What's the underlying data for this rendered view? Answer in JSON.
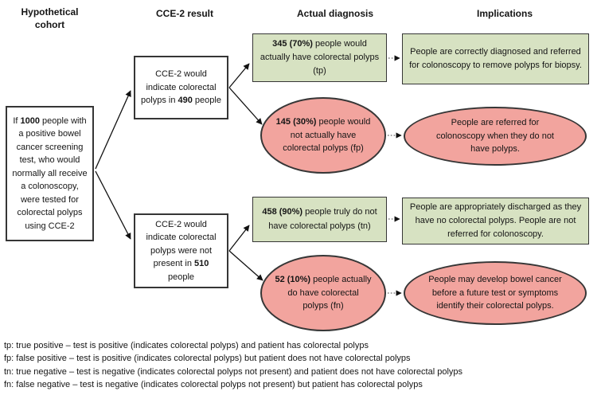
{
  "colors": {
    "green_fill": "#d7e2c2",
    "pink_fill": "#f2a49e",
    "border_dark": "#363636",
    "background": "#ffffff",
    "text": "#151515"
  },
  "headers": {
    "col1": "Hypothetical cohort",
    "col2": "CCE-2 result",
    "col3": "Actual diagnosis",
    "col4": "Implications"
  },
  "cohort_box": {
    "parts": [
      {
        "t": "If ",
        "b": false
      },
      {
        "t": "1000",
        "b": true
      },
      {
        "t": " people with a positive bowel cancer screening test, who would normally all receive a colonoscopy, were tested for colorectal polyps using CCE-2",
        "b": false
      }
    ]
  },
  "result_boxes": {
    "positive": {
      "parts": [
        {
          "t": "CCE-2 would indicate colorectal polyps in ",
          "b": false
        },
        {
          "t": "490",
          "b": true
        },
        {
          "t": " people",
          "b": false
        }
      ]
    },
    "negative": {
      "parts": [
        {
          "t": "CCE-2 would indicate colorectal polyps were not present in ",
          "b": false
        },
        {
          "t": "510",
          "b": true
        },
        {
          "t": " people",
          "b": false
        }
      ]
    }
  },
  "diagnosis": {
    "tp": {
      "parts": [
        {
          "t": "345 (70%)",
          "b": true
        },
        {
          "t": " people would actually have colorectal polyps (tp)",
          "b": false
        }
      ]
    },
    "fp": {
      "parts": [
        {
          "t": "145 (30%)",
          "b": true
        },
        {
          "t": " people would not actually have colorectal polyps (fp)",
          "b": false
        }
      ]
    },
    "tn": {
      "parts": [
        {
          "t": "458 (90%)",
          "b": true
        },
        {
          "t": " people truly do not have colorectal polyps (tn)",
          "b": false
        }
      ]
    },
    "fn": {
      "parts": [
        {
          "t": "52 (10%)",
          "b": true
        },
        {
          "t": " people actually do have colorectal polyps (fn)",
          "b": false
        }
      ]
    }
  },
  "implications": {
    "tp": "People are correctly diagnosed and referred for colonoscopy to remove polyps for biopsy.",
    "fp": "People are referred for colonoscopy when they do not have polyps.",
    "tn": "People are appropriately discharged as they have no colorectal polyps. People are not referred for colonoscopy.",
    "fn": "People may develop bowel cancer before a future test or symptoms identify their colorectal polyps."
  },
  "footnotes": [
    "tp: true positive – test is positive (indicates colorectal polyps) and patient has colorectal polyps",
    "fp: false positive – test is positive (indicates colorectal polyps) but patient does not have colorectal polyps",
    "tn: true negative – test is negative (indicates colorectal polyps not present) and patient does not have colorectal polyps",
    "fn: false negative – test is negative (indicates colorectal polyps not present)  but patient has colorectal polyps"
  ]
}
